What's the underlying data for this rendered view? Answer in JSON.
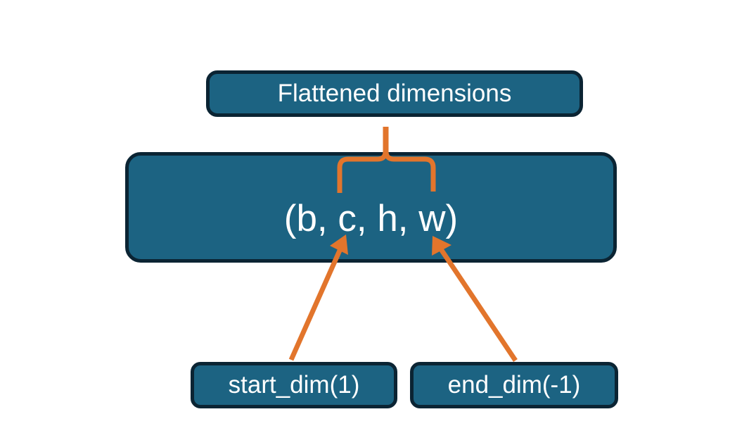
{
  "diagram": {
    "title_node": {
      "label": "Flattened dimensions",
      "name": "flattened-dimensions-box"
    },
    "tensor_node": {
      "label": "(b, c, h, w)",
      "name": "tensor-shape-box",
      "dims": [
        "b",
        "c",
        "h",
        "w"
      ]
    },
    "param_nodes": [
      {
        "label": "start_dim(1)",
        "name": "start-dim-box",
        "value": 1
      },
      {
        "label": "end_dim(-1)",
        "name": "end-dim-box",
        "value": -1
      }
    ],
    "connectors": {
      "brace": {
        "name": "flatten-range-brace",
        "spans_dims": [
          "c",
          "h",
          "w"
        ],
        "points_to": "Flattened dimensions"
      },
      "arrows": [
        {
          "name": "start-dim-arrow",
          "from": "start_dim(1)",
          "to": "c"
        },
        {
          "name": "end-dim-arrow",
          "from": "end_dim(-1)",
          "to": "w"
        }
      ]
    },
    "colors": {
      "box_fill": "#1C6382",
      "box_border": "#0B2433",
      "connector": "#E2752C",
      "text": "#FFFFFF",
      "background": "#FFFFFF"
    }
  }
}
